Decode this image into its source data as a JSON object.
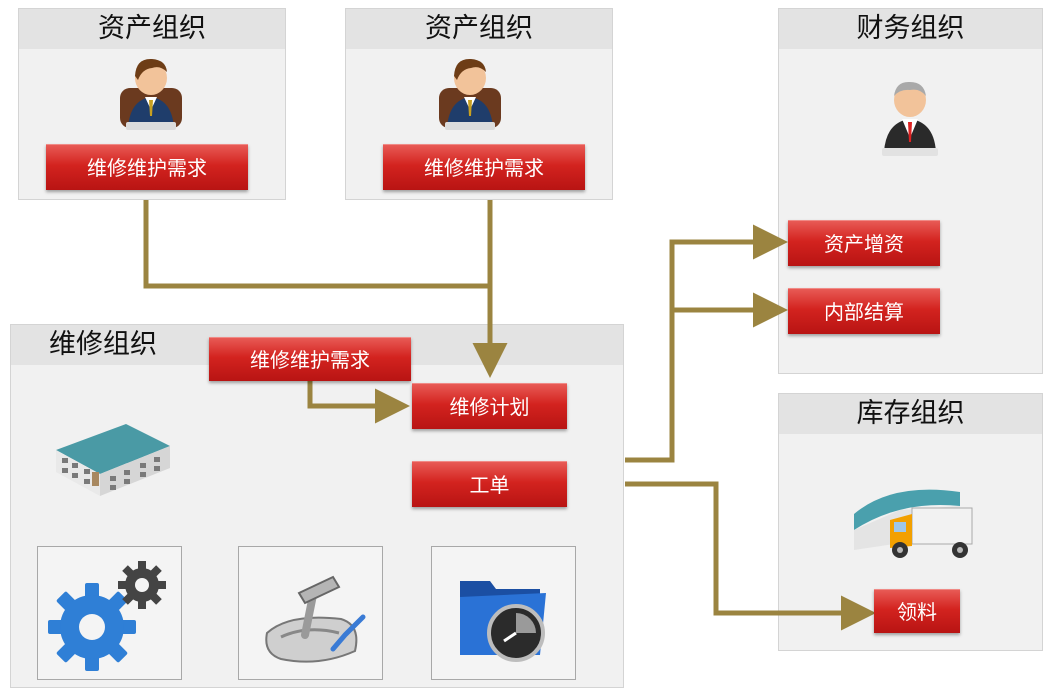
{
  "org_asset_1": {
    "title": "资产组织",
    "tag": "维修维护需求",
    "icon": "businessman-at-desk-icon"
  },
  "org_asset_2": {
    "title": "资产组织",
    "tag": "维修维护需求",
    "icon": "businessman-at-desk-icon"
  },
  "org_finance": {
    "title": "财务组织",
    "icon": "accountant-icon",
    "tags": [
      "资产增资",
      "内部结算"
    ]
  },
  "org_maint": {
    "title": "维修组织",
    "tags": {
      "demand": "维修维护需求",
      "plan": "维修计划",
      "work_order": "工单"
    },
    "icons": [
      "factory-building-icon",
      "gears-icon",
      "joystick-icon",
      "folder-clock-icon"
    ]
  },
  "org_inventory": {
    "title": "库存组织",
    "tag": "领料",
    "icon": "warehouse-truck-icon"
  },
  "colors": {
    "connector": "#9b8440",
    "tag_red": "#d3231f",
    "panel_bg": "#f1f1f1",
    "panel_header": "#e3e3e3"
  }
}
